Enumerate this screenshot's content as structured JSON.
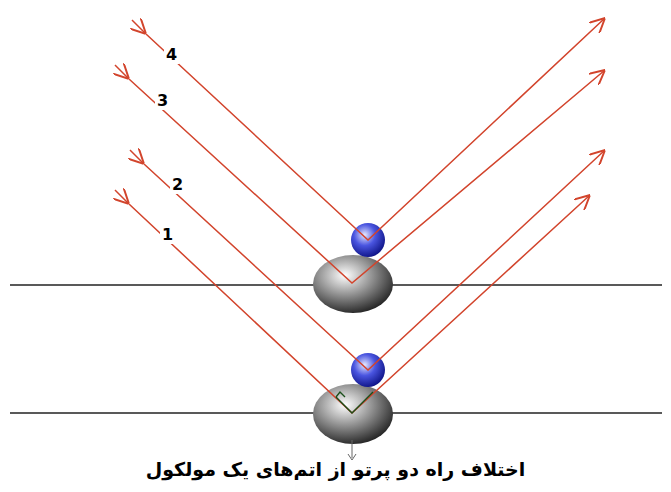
{
  "diagram": {
    "caption": "اختلاف راه دو پرتو از اتم‌های یک مولکول",
    "labels": [
      "4",
      "3",
      "2",
      "1"
    ]
  }
}
